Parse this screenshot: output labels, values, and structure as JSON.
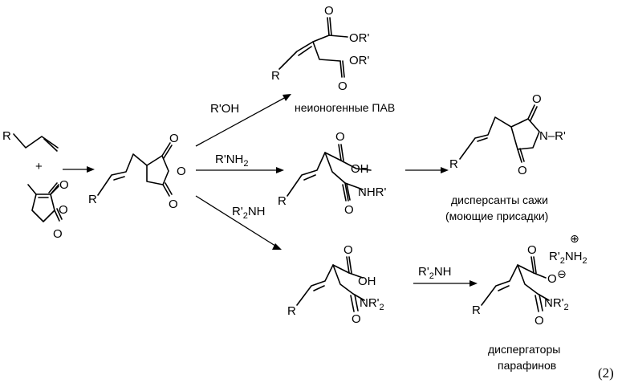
{
  "atoms": {
    "r": "R",
    "o": "O",
    "oh": "OH",
    "or_prime": "OR'",
    "nhr_prime": "NHR'",
    "nr2_sub": "NR'2",
    "r2nh2_sup": "R'2NH2",
    "n_rprime": "N–R'",
    "plus_sign": "+",
    "plus_charge": "⊕",
    "minus_charge": "⊖",
    "two": "2"
  },
  "reagents": {
    "alcohol": "R'OH",
    "amine_primary": "R'NH2",
    "amine_secondary": "R'2NH",
    "amine_secondary_2": "R'2NH"
  },
  "products": {
    "nonionic": "неионогенные ПАВ",
    "soot_dispersants": "дисперсанты сажи",
    "detergent_additives": "(моющие присадки)",
    "paraffin_dispersants_line1": "диспергаторы",
    "paraffin_dispersants_line2": "парафинов"
  },
  "equation_number": "(2)"
}
